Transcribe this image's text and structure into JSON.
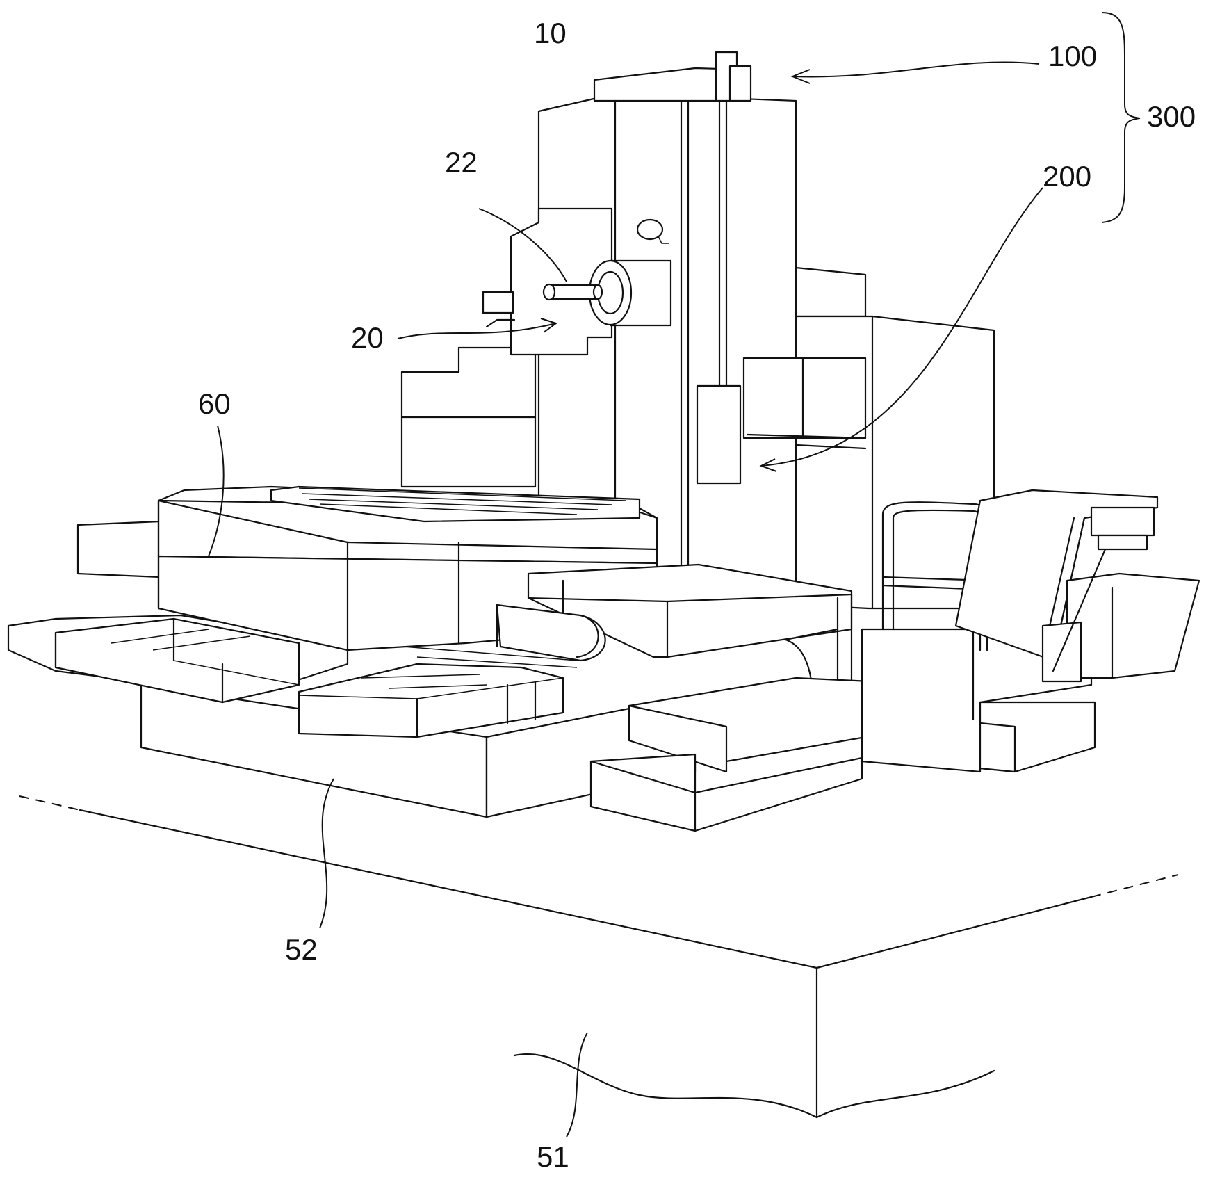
{
  "labels": {
    "l10": "10",
    "l100": "100",
    "l300": "300",
    "l22": "22",
    "l200": "200",
    "l20": "20",
    "l60": "60",
    "l52": "52",
    "l51": "51"
  },
  "colors": {
    "ink": "#111111",
    "paper": "#ffffff"
  }
}
